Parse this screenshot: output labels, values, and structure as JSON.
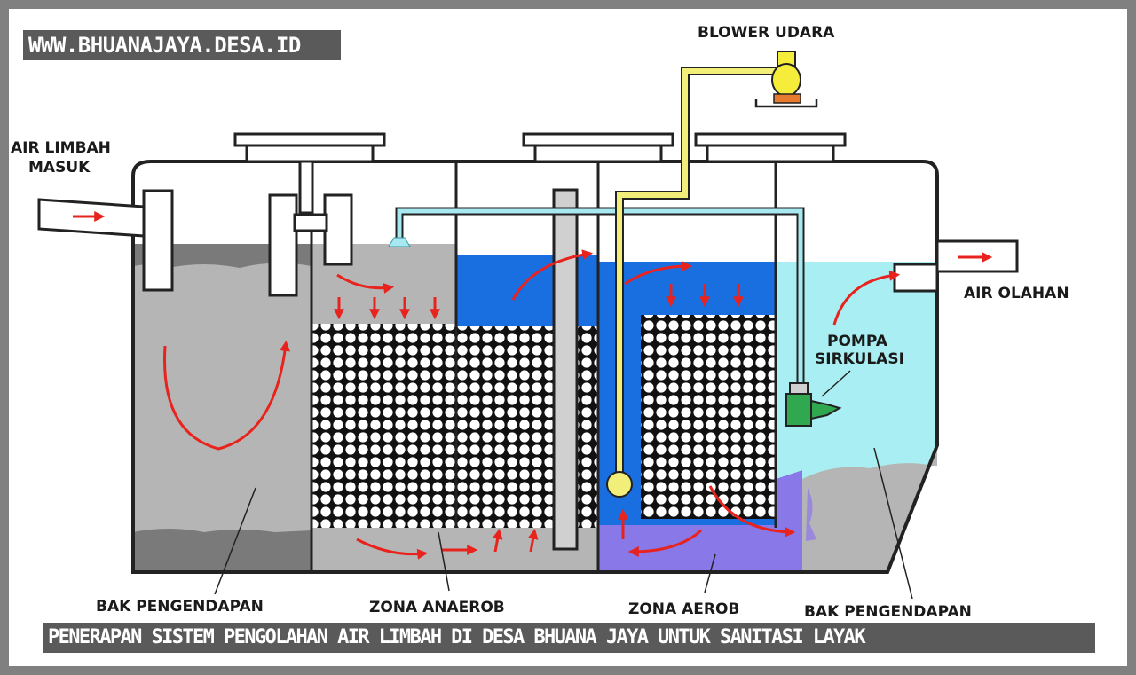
{
  "site_banner": "WWW.BHUANAJAYA.DESA.ID",
  "caption": "PENERAPAN SISTEM PENGOLAHAN AIR LIMBAH DI DESA BHUANA JAYA UNTUK SANITASI LAYAK",
  "labels": {
    "blower": "BLOWER UDARA",
    "inlet_line1": "AIR LIMBAH",
    "inlet_line2": "MASUK",
    "outlet": "AIR OLAHAN",
    "pump_line1": "POMPA",
    "pump_line2": "SIRKULASI",
    "settling_left": "BAK PENGENDAPAN",
    "anaerobic": "ZONA ANAEROB",
    "aerobic": "ZONA AEROB",
    "settling_right": "BAK PENGENDAPAN"
  },
  "colors": {
    "tank_outline": "#222222",
    "sludge_gray": "#b5b5b5",
    "sludge_dark": "#7a7a7a",
    "aerobic_water": "#1a6fe0",
    "clear_water": "#a8eef2",
    "purple_zone": "#8878e8",
    "air_pipe": "#f2ee7a",
    "circulation_pipe": "#a8e8f0",
    "flow_arrow": "#e8231e",
    "pump": "#2fa84f",
    "banner_bg": "#5a5a5a"
  }
}
